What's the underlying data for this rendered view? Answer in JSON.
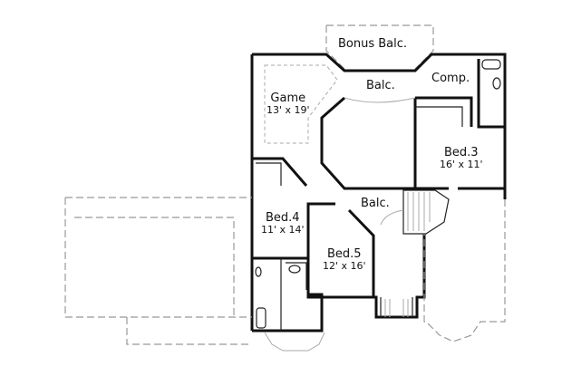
{
  "plan": {
    "rooms": {
      "bonus_balc": {
        "name": "Bonus Balc."
      },
      "balc_top": {
        "name": "Balc."
      },
      "comp": {
        "name": "Comp."
      },
      "game": {
        "name": "Game",
        "dims": "13' x 19'"
      },
      "bed3": {
        "name": "Bed.3",
        "dims": "16' x 11'"
      },
      "balc_mid": {
        "name": "Balc."
      },
      "bed4": {
        "name": "Bed.4",
        "dims": "11' x 14'"
      },
      "bed5": {
        "name": "Bed.5",
        "dims": "12' x 16'"
      }
    }
  }
}
